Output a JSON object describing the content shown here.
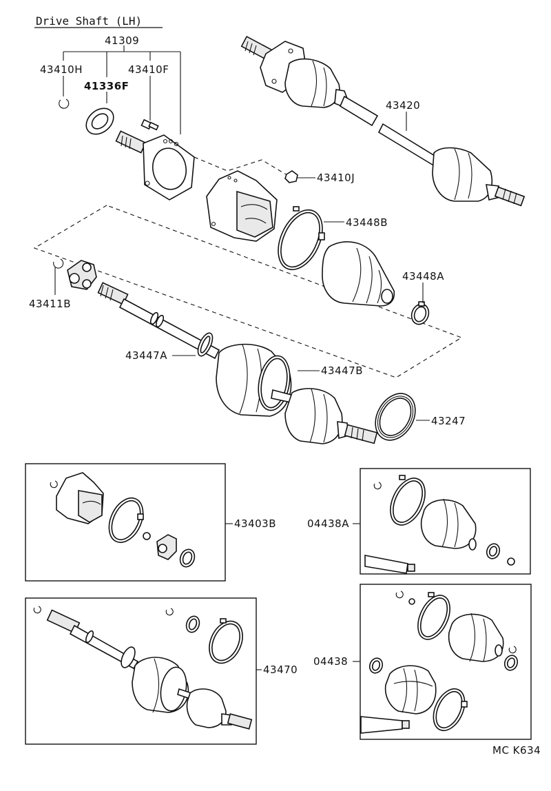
{
  "title": "Drive Shaft (LH)",
  "figure_code": "MC K634",
  "labels": {
    "p41309": "41309",
    "p43410H": "43410H",
    "p41336F": "41336F",
    "p43410F": "43410F",
    "p43420": "43420",
    "p43410J": "43410J",
    "p43448B": "43448B",
    "p43448A": "43448A",
    "p43411B": "43411B",
    "p43447A": "43447A",
    "p43447B": "43447B",
    "p43247": "43247",
    "p43403B": "43403B",
    "p04438A": "04438A",
    "p04438": "04438",
    "p43470": "43470"
  }
}
